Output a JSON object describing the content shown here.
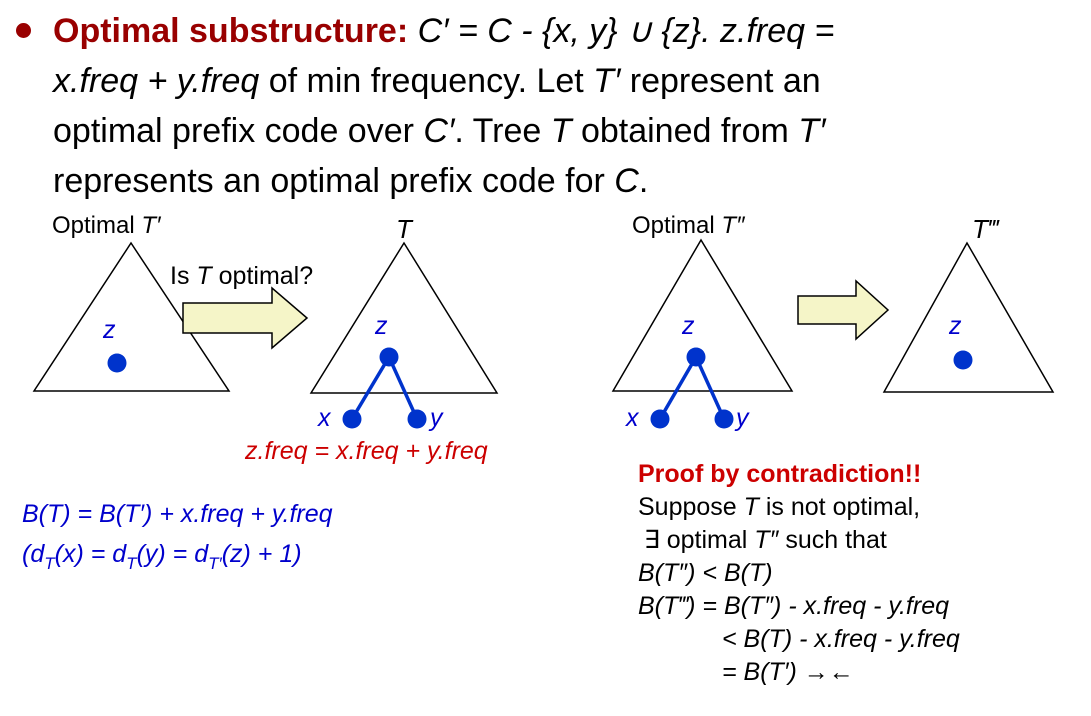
{
  "colors": {
    "heading_red": "#990000",
    "accent_red": "#cc0000",
    "math_blue": "#0000cc",
    "node_blue": "#0033cc",
    "arrow_fill": "#f5f5c8",
    "outline": "#000000"
  },
  "bullet": {
    "head": "Optimal substructure: ",
    "l1m": "C′ = C - {x, y} ∪ {z}. z.freq =",
    "l2m1": "x.freq + y.freq",
    "l2t1": " of min frequency. Let ",
    "l2m2": "T′",
    "l2t2": " represent an",
    "l3t1": "optimal prefix code over ",
    "l3m1": "C′",
    "l3t2": ". Tree ",
    "l3m2": "T",
    "l3t3": " obtained from ",
    "l3m3": "T′",
    "l4t1": "represents an optimal prefix code for ",
    "l4m1": "C",
    "l4t2": "."
  },
  "left": {
    "optimal_prefix": "Optimal ",
    "optimal_math": "T′",
    "question_a": "Is ",
    "question_b": "T",
    "question_c": " optimal?",
    "t1_z": "z",
    "t2_label": "T",
    "t2_z": "z",
    "t2_x": "x",
    "t2_y": "y",
    "freq_caption": "z.freq = x.freq + y.freq"
  },
  "right": {
    "optimal_prefix": "Optimal ",
    "optimal_math": "T″",
    "t3_z": "z",
    "t3_x": "x",
    "t3_y": "y",
    "t4_label": "T‴",
    "t4_z": "z"
  },
  "formulas": {
    "b_line": "B(T) = B(T′) + x.freq + y.freq",
    "d_p1": "(d",
    "d_s1": "T",
    "d_p2": "(x) = d",
    "d_s2": "T",
    "d_p3": "(y) = d",
    "d_s3": "T′",
    "d_p4": "(z) + 1)"
  },
  "proof": {
    "title": "Proof by contradiction!!",
    "l2a": "Suppose ",
    "l2b": "T",
    "l2c": " is not optimal,",
    "l3a": "∃ optimal ",
    "l3b": "T″",
    "l3c": " such that",
    "l4": "B(T″) < B(T)",
    "l5": "B(T‴) = B(T″) - x.freq - y.freq",
    "l6": "< B(T) - x.freq - y.freq",
    "l7a": "= B(T′) ",
    "l7b": "→←"
  }
}
